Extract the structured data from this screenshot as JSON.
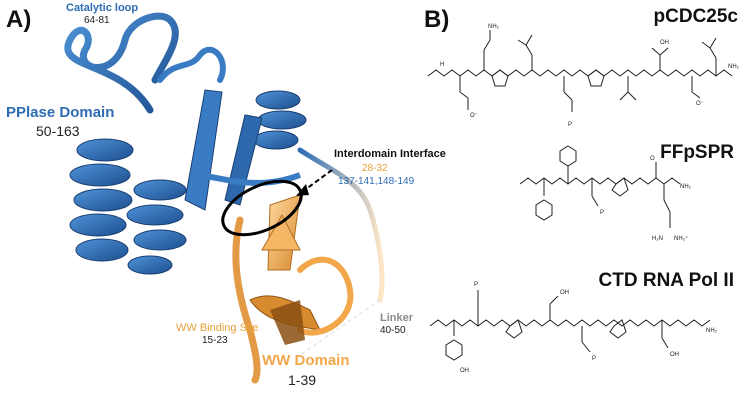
{
  "panel_a": {
    "letter": "A)",
    "labels": {
      "catalytic_loop_title": "Catalytic loop",
      "catalytic_loop_range": "64-81",
      "pplase_title": "PPlase Domain",
      "pplase_range": "50-163",
      "interdomain_title": "Interdomain Interface",
      "interdomain_range_ww": "28-32",
      "interdomain_range_pp": "137-141,148-149",
      "ww_binding_title": "WW Binding Site",
      "ww_binding_range": "15-23",
      "ww_domain_title": "WW Domain",
      "ww_domain_range": "1-39",
      "linker_title": "Linker",
      "linker_range": "40-50"
    },
    "colors": {
      "pplase_blue": "#2e6db4",
      "ww_orange": "#f2a74a",
      "linker_grey": "#8a8a8a",
      "interface_orange": "#e8a23a",
      "interface_blue": "#2e6db4"
    }
  },
  "panel_b": {
    "letter": "B)",
    "peptides": [
      {
        "name": "pCDC25c"
      },
      {
        "name": "FFpSPR"
      },
      {
        "name": "CTD RNA Pol II"
      }
    ],
    "atom_labels": {
      "n": "N",
      "h": "H",
      "nh2": "NH₂",
      "oh": "OH",
      "o": "O",
      "p": "P",
      "o_minus": "O⁻",
      "nh2_plus": "NH₂⁺",
      "h2n": "H₂N"
    }
  }
}
